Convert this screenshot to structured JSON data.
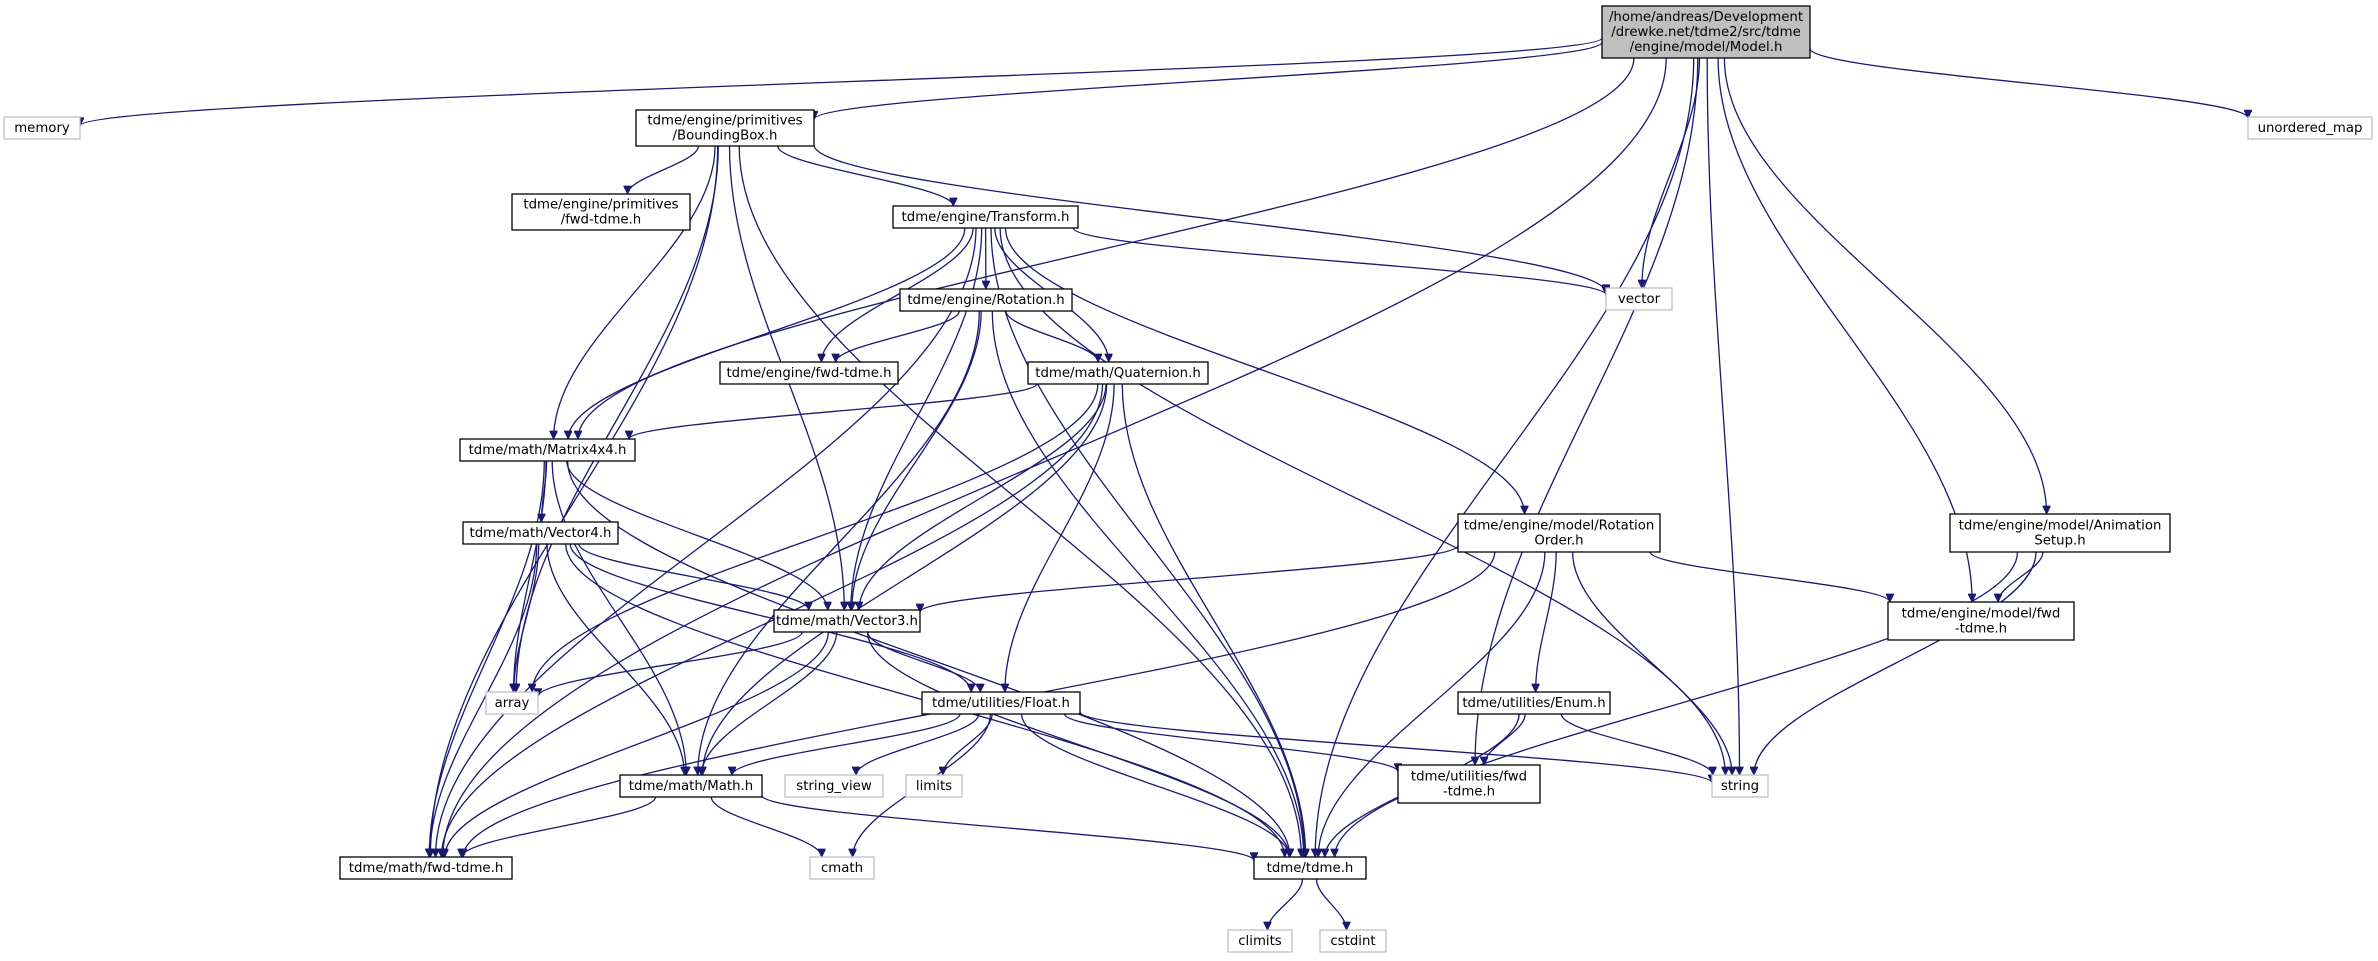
{
  "graph": {
    "colors": {
      "edge": "#191970",
      "root_fill": "#bfbfbf",
      "external_border": "#bfbfbf",
      "internal_border": "#000000"
    },
    "nodes": [
      {
        "id": "model_h",
        "kind": "root",
        "lines": [
          "/home/andreas/Development",
          "/drewke.net/tdme2/src/tdme",
          "/engine/model/Model.h"
        ]
      },
      {
        "id": "memory",
        "kind": "ext",
        "lines": [
          "memory"
        ]
      },
      {
        "id": "boundingbox_h",
        "kind": "int",
        "lines": [
          "tdme/engine/primitives",
          "/BoundingBox.h"
        ]
      },
      {
        "id": "unordered_map",
        "kind": "ext",
        "lines": [
          "unordered_map"
        ]
      },
      {
        "id": "prim_fwd_h",
        "kind": "int",
        "lines": [
          "tdme/engine/primitives",
          "/fwd-tdme.h"
        ]
      },
      {
        "id": "transform_h",
        "kind": "int",
        "lines": [
          "tdme/engine/Transform.h"
        ]
      },
      {
        "id": "vector",
        "kind": "ext",
        "lines": [
          "vector"
        ]
      },
      {
        "id": "rotation_h",
        "kind": "int",
        "lines": [
          "tdme/engine/Rotation.h"
        ]
      },
      {
        "id": "engine_fwd_h",
        "kind": "int",
        "lines": [
          "tdme/engine/fwd-tdme.h"
        ]
      },
      {
        "id": "quaternion_h",
        "kind": "int",
        "lines": [
          "tdme/math/Quaternion.h"
        ]
      },
      {
        "id": "matrix4x4_h",
        "kind": "int",
        "lines": [
          "tdme/math/Matrix4x4.h"
        ]
      },
      {
        "id": "rotationorder_h",
        "kind": "int",
        "lines": [
          "tdme/engine/model/Rotation",
          "Order.h"
        ]
      },
      {
        "id": "animsetup_h",
        "kind": "int",
        "lines": [
          "tdme/engine/model/Animation",
          "Setup.h"
        ]
      },
      {
        "id": "vector4_h",
        "kind": "int",
        "lines": [
          "tdme/math/Vector4.h"
        ]
      },
      {
        "id": "vector3_h",
        "kind": "int",
        "lines": [
          "tdme/math/Vector3.h"
        ]
      },
      {
        "id": "model_fwd_h",
        "kind": "int",
        "lines": [
          "tdme/engine/model/fwd",
          "-tdme.h"
        ]
      },
      {
        "id": "array",
        "kind": "ext",
        "lines": [
          "array"
        ]
      },
      {
        "id": "float_h",
        "kind": "int",
        "lines": [
          "tdme/utilities/Float.h"
        ]
      },
      {
        "id": "enum_h",
        "kind": "int",
        "lines": [
          "tdme/utilities/Enum.h"
        ]
      },
      {
        "id": "math_h",
        "kind": "int",
        "lines": [
          "tdme/math/Math.h"
        ]
      },
      {
        "id": "string_view",
        "kind": "ext",
        "lines": [
          "string_view"
        ]
      },
      {
        "id": "limits",
        "kind": "ext",
        "lines": [
          "limits"
        ]
      },
      {
        "id": "util_fwd_h",
        "kind": "int",
        "lines": [
          "tdme/utilities/fwd",
          "-tdme.h"
        ]
      },
      {
        "id": "string",
        "kind": "ext",
        "lines": [
          "string"
        ]
      },
      {
        "id": "math_fwd_h",
        "kind": "int",
        "lines": [
          "tdme/math/fwd-tdme.h"
        ]
      },
      {
        "id": "cmath",
        "kind": "ext",
        "lines": [
          "cmath"
        ]
      },
      {
        "id": "tdme_h",
        "kind": "int",
        "lines": [
          "tdme/tdme.h"
        ]
      },
      {
        "id": "climits",
        "kind": "ext",
        "lines": [
          "climits"
        ]
      },
      {
        "id": "cstdint",
        "kind": "ext",
        "lines": [
          "cstdint"
        ]
      }
    ],
    "edges": [
      [
        "model_h",
        "memory"
      ],
      [
        "model_h",
        "boundingbox_h"
      ],
      [
        "model_h",
        "unordered_map"
      ],
      [
        "model_h",
        "vector"
      ],
      [
        "model_h",
        "string"
      ],
      [
        "model_h",
        "matrix4x4_h"
      ],
      [
        "model_h",
        "math_fwd_h"
      ],
      [
        "model_h",
        "tdme_h"
      ],
      [
        "model_h",
        "model_fwd_h"
      ],
      [
        "model_h",
        "animsetup_h"
      ],
      [
        "model_h",
        "util_fwd_h"
      ],
      [
        "boundingbox_h",
        "prim_fwd_h"
      ],
      [
        "boundingbox_h",
        "transform_h"
      ],
      [
        "boundingbox_h",
        "vector"
      ],
      [
        "boundingbox_h",
        "matrix4x4_h"
      ],
      [
        "boundingbox_h",
        "vector3_h"
      ],
      [
        "boundingbox_h",
        "array"
      ],
      [
        "boundingbox_h",
        "math_fwd_h"
      ],
      [
        "boundingbox_h",
        "tdme_h"
      ],
      [
        "transform_h",
        "rotation_h"
      ],
      [
        "transform_h",
        "engine_fwd_h"
      ],
      [
        "transform_h",
        "quaternion_h"
      ],
      [
        "transform_h",
        "vector"
      ],
      [
        "transform_h",
        "matrix4x4_h"
      ],
      [
        "transform_h",
        "vector3_h"
      ],
      [
        "transform_h",
        "rotationorder_h"
      ],
      [
        "transform_h",
        "string"
      ],
      [
        "transform_h",
        "math_fwd_h"
      ],
      [
        "transform_h",
        "tdme_h"
      ],
      [
        "rotation_h",
        "engine_fwd_h"
      ],
      [
        "rotation_h",
        "quaternion_h"
      ],
      [
        "rotation_h",
        "vector3_h"
      ],
      [
        "rotation_h",
        "math_h"
      ],
      [
        "rotation_h",
        "tdme_h"
      ],
      [
        "quaternion_h",
        "matrix4x4_h"
      ],
      [
        "quaternion_h",
        "vector3_h"
      ],
      [
        "quaternion_h",
        "array"
      ],
      [
        "quaternion_h",
        "float_h"
      ],
      [
        "quaternion_h",
        "math_h"
      ],
      [
        "quaternion_h",
        "math_fwd_h"
      ],
      [
        "quaternion_h",
        "tdme_h"
      ],
      [
        "matrix4x4_h",
        "vector4_h"
      ],
      [
        "matrix4x4_h",
        "vector3_h"
      ],
      [
        "matrix4x4_h",
        "array"
      ],
      [
        "matrix4x4_h",
        "math_h"
      ],
      [
        "matrix4x4_h",
        "math_fwd_h"
      ],
      [
        "matrix4x4_h",
        "tdme_h"
      ],
      [
        "vector4_h",
        "vector3_h"
      ],
      [
        "vector4_h",
        "array"
      ],
      [
        "vector4_h",
        "float_h"
      ],
      [
        "vector4_h",
        "math_h"
      ],
      [
        "vector4_h",
        "math_fwd_h"
      ],
      [
        "vector4_h",
        "tdme_h"
      ],
      [
        "vector3_h",
        "array"
      ],
      [
        "vector3_h",
        "float_h"
      ],
      [
        "vector3_h",
        "math_h"
      ],
      [
        "vector3_h",
        "math_fwd_h"
      ],
      [
        "vector3_h",
        "tdme_h"
      ],
      [
        "rotationorder_h",
        "vector3_h"
      ],
      [
        "rotationorder_h",
        "model_fwd_h"
      ],
      [
        "rotationorder_h",
        "enum_h"
      ],
      [
        "rotationorder_h",
        "string"
      ],
      [
        "rotationorder_h",
        "math_fwd_h"
      ],
      [
        "rotationorder_h",
        "tdme_h"
      ],
      [
        "animsetup_h",
        "model_fwd_h"
      ],
      [
        "animsetup_h",
        "string"
      ],
      [
        "animsetup_h",
        "tdme_h"
      ],
      [
        "float_h",
        "math_h"
      ],
      [
        "float_h",
        "string_view"
      ],
      [
        "float_h",
        "limits"
      ],
      [
        "float_h",
        "util_fwd_h"
      ],
      [
        "float_h",
        "string"
      ],
      [
        "float_h",
        "cmath"
      ],
      [
        "float_h",
        "tdme_h"
      ],
      [
        "enum_h",
        "util_fwd_h"
      ],
      [
        "enum_h",
        "string"
      ],
      [
        "enum_h",
        "tdme_h"
      ],
      [
        "math_h",
        "math_fwd_h"
      ],
      [
        "math_h",
        "cmath"
      ],
      [
        "math_h",
        "tdme_h"
      ],
      [
        "tdme_h",
        "climits"
      ],
      [
        "tdme_h",
        "cstdint"
      ]
    ]
  }
}
